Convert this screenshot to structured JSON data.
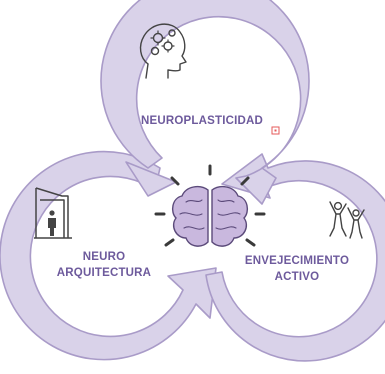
{
  "diagram": {
    "nodes": [
      {
        "id": "top",
        "lines": [
          "NEUROPLASTICIDAD"
        ],
        "icon": "head-gears-icon"
      },
      {
        "id": "left",
        "lines": [
          "NEURO",
          "ARQUITECTURA"
        ],
        "icon": "person-in-doorway-icon"
      },
      {
        "id": "right",
        "lines": [
          "ENVEJECIMIENTO",
          "ACTIVO"
        ],
        "icon": "active-people-icon"
      }
    ],
    "center_icon": "brain-icon",
    "colors": {
      "ring_fill": "#d9d2e9",
      "ring_stroke": "#a99bc8",
      "label": "#6d5a9c",
      "icon": "#444444",
      "brain": "#c9b8de"
    }
  }
}
